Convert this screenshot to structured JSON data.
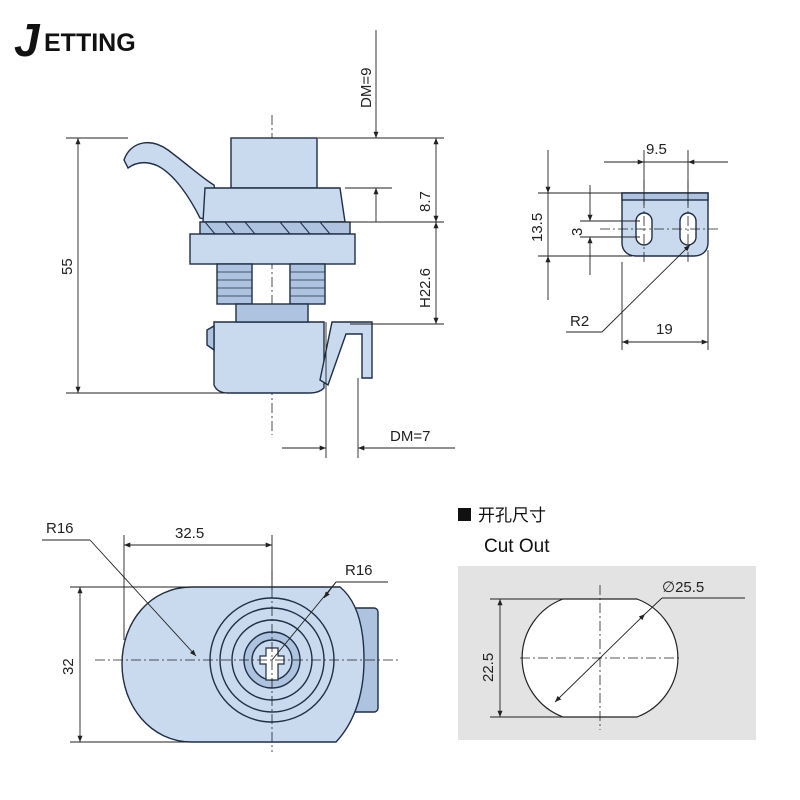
{
  "brand": {
    "text": "ETTING",
    "logo_letter": "J"
  },
  "side_view": {
    "dm9": "DM=9",
    "h55": "55",
    "h87": "8.7",
    "h226": "H22.6",
    "dm7": "DM=7"
  },
  "bracket_view": {
    "w95": "9.5",
    "h135": "13.5",
    "h3": "3",
    "r2": "R2",
    "w19": "19"
  },
  "top_view": {
    "r16_left": "R16",
    "w325": "32.5",
    "r16_right": "R16",
    "h32": "32"
  },
  "cutout": {
    "title_cn": "开孔尺寸",
    "title_en": "Cut Out",
    "diameter": "25.5",
    "diameter_symbol": "∅",
    "flat": "22.5"
  },
  "colors": {
    "part_fill": "#c9d9ee",
    "part_dark": "#aec3e0",
    "cutout_bg": "#e3e3e3",
    "outline": "#1f2f45"
  }
}
